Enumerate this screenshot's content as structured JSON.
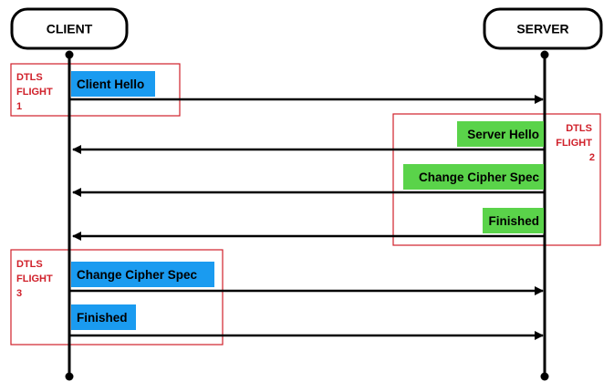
{
  "actors": {
    "client": "CLIENT",
    "server": "SERVER"
  },
  "colors": {
    "client_message": "#1a9bf0",
    "server_message": "#5ad34a",
    "flight_box": "#d0202a",
    "line": "#000000"
  },
  "flights": [
    {
      "lines": [
        "DTLS",
        "FLIGHT",
        "1"
      ]
    },
    {
      "lines": [
        "DTLS",
        "FLIGHT",
        "2"
      ]
    },
    {
      "lines": [
        "DTLS",
        "FLIGHT",
        "3"
      ]
    }
  ],
  "messages": [
    {
      "label": "Client Hello",
      "from": "client",
      "to": "server",
      "flight": 1
    },
    {
      "label": "Server Hello",
      "from": "server",
      "to": "client",
      "flight": 2
    },
    {
      "label": "Change Cipher Spec",
      "from": "server",
      "to": "client",
      "flight": 2
    },
    {
      "label": "Finished",
      "from": "server",
      "to": "client",
      "flight": 2
    },
    {
      "label": "Change Cipher Spec",
      "from": "client",
      "to": "server",
      "flight": 3
    },
    {
      "label": "Finished",
      "from": "client",
      "to": "server",
      "flight": 3
    }
  ]
}
